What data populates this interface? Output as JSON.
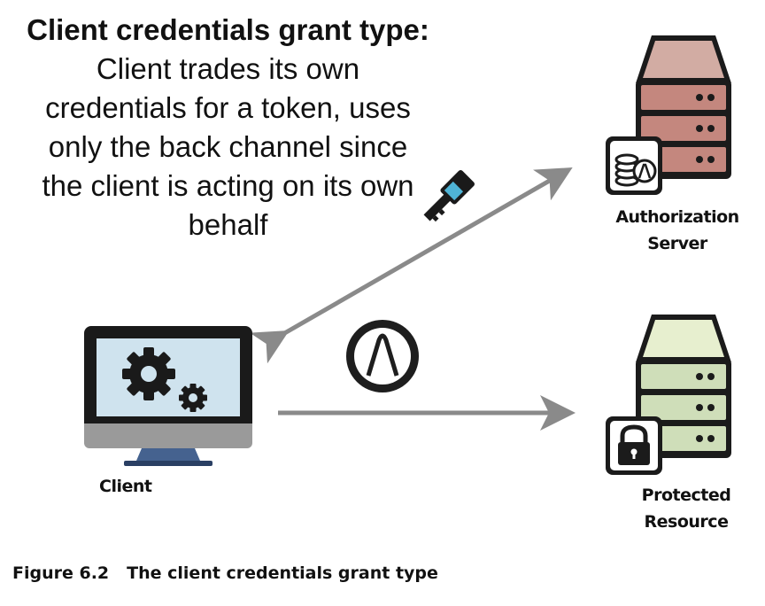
{
  "description": {
    "bold": "Client credentials grant type:",
    "text": "Client trades its own credentials for a token, uses only the back channel since the client is acting on its own behalf"
  },
  "nodes": {
    "auth_server": {
      "line1": "Authorization",
      "line2": "Server"
    },
    "protected_resource": {
      "line1": "Protected",
      "line2": "Resource"
    },
    "client": {
      "label": "Client"
    }
  },
  "caption": {
    "number": "Figure 6.2",
    "text": "The client credentials grant type"
  },
  "colors": {
    "arrow": "#8a8a8a",
    "server_top_auth": "#d2aca3",
    "server_unit_auth": "#c4877e",
    "server_top_resource": "#e7efcf",
    "server_unit_resource": "#cfdeb9",
    "server_body": "#1b1b1b",
    "monitor_screen": "#cfe3ee",
    "monitor_stand": "#45628f",
    "monitor_bezel_bottom": "#9a9a9a",
    "token_badge": "#1e1e1e"
  },
  "icons": [
    "key-icon",
    "token-badge-icon",
    "gear-icon",
    "lock-icon",
    "coins-token-icon"
  ]
}
